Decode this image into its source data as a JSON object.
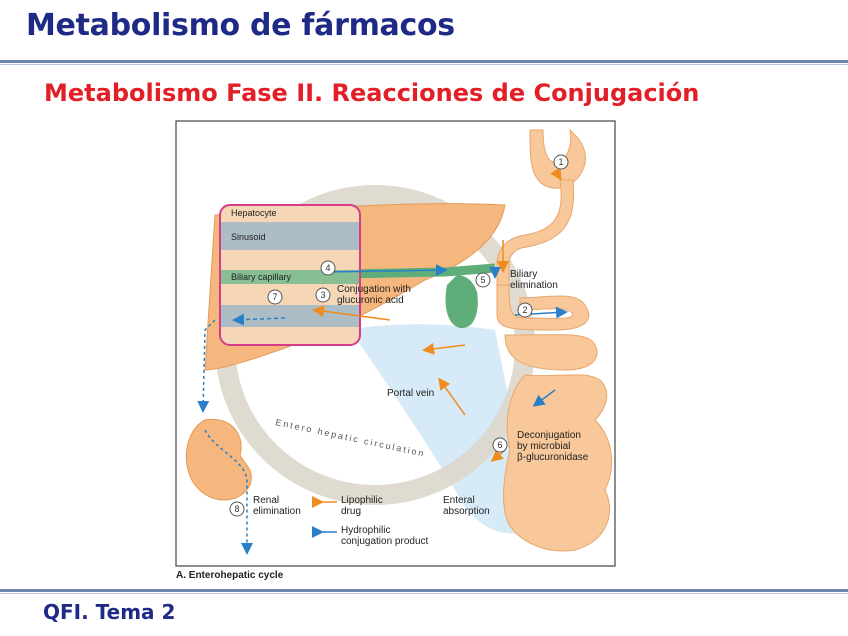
{
  "slide": {
    "title": "Metabolismo de fármacos",
    "subtitle": "Metabolismo Fase II. Reacciones de Conjugación",
    "footer": "QFI. Tema 2"
  },
  "diagram": {
    "caption": "A. Enterohepatic cycle",
    "labels": {
      "hepatocyte": "Hepatocyte",
      "sinusoid": "Sinusoid",
      "biliary_capillary": "Biliary capillary",
      "conjugation_1": "Conjugation with",
      "conjugation_2": "glucuronic acid",
      "biliary_elim_1": "Biliary",
      "biliary_elim_2": "elimination",
      "portal_vein": "Portal vein",
      "deconj_1": "Deconjugation",
      "deconj_2": "by microbial",
      "deconj_3": "β-glucuronidase",
      "circulation": "Entero hepatic circulation",
      "renal_1": "Renal",
      "renal_2": "elimination",
      "enteral_1": "Enteral",
      "enteral_2": "absorption"
    },
    "legend": {
      "lipophilic_1": "Lipophilic",
      "lipophilic_2": "drug",
      "hydrophilic_1": "Hydrophilic",
      "hydrophilic_2": "conjugation product"
    },
    "steps": [
      "1",
      "2",
      "3",
      "4",
      "5",
      "6",
      "7",
      "8"
    ],
    "colors": {
      "lipophilic": "#f08c1e",
      "hydrophilic": "#2a7fc8",
      "liver": "#f6b77e",
      "gut": "#f8c89a",
      "gallbladder": "#5fae7a",
      "hepatocyte_frame": "#d63c8a"
    }
  }
}
